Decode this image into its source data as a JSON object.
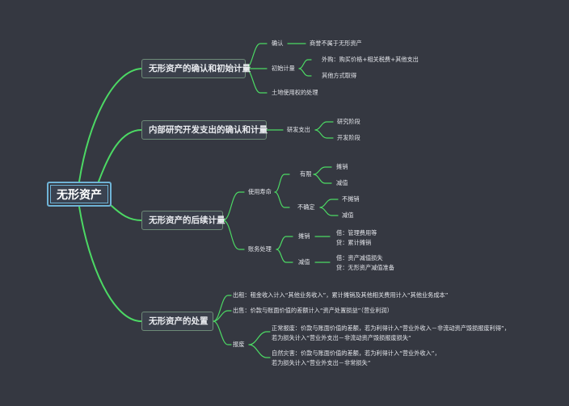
{
  "root": "无形资产",
  "branches": {
    "b1": {
      "title": "无形资产的确认和初始计量",
      "recognition": "确认",
      "recognition_note": "商誉不属于无形资产",
      "initial": "初始计量",
      "purchase": "外购：购买价格+相关税费+其他支出",
      "other_ways": "其他方式取得",
      "land": "土地使用权的处理"
    },
    "b2": {
      "title": "内部研究开发支出的确认和计量",
      "rd": "研发支出",
      "research": "研究阶段",
      "development": "开发阶段"
    },
    "b3": {
      "title": "无形资产的后续计量",
      "useful_life": "使用寿命",
      "finite": "有限",
      "finite_amort": "摊销",
      "finite_impair": "减值",
      "indefinite": "不确定",
      "indef_no_amort": "不摊销",
      "indef_impair": "减值",
      "accounting": "账务处理",
      "acc_amort": "摊销",
      "acc_amort_dr": "借：管理费用等",
      "acc_amort_cr": "贷：累计摊销",
      "acc_impair": "减值",
      "acc_impair_dr": "借：资产减值损失",
      "acc_impair_cr": "贷：无形资产减值准备"
    },
    "b4": {
      "title": "无形资产的处置",
      "lease": "出租：租金收入计入“其他业务收入”，累计摊销及其他相关费用计入“其他业务成本”",
      "sale": "出售：价款与账面价值的差额计入“资产处置损益”（营业利润）",
      "scrap": "报废",
      "normal_1": "正常报废：价款与账面价值的差额，若为利得计入“营业外收入－非流动资产毁损报废利得”，",
      "normal_2": "若为损失计入“营业外支出－非流动资产毁损报废损失”",
      "disaster_1": "自然灾害：价款与账面价值的差额，若为利得计入“营业外收入”，",
      "disaster_2": "若为损失计入“营业外支出－非常损失”"
    }
  },
  "colors": {
    "background": "#353841",
    "edge": "#4cd964",
    "root_border": "#6fb3d6"
  }
}
